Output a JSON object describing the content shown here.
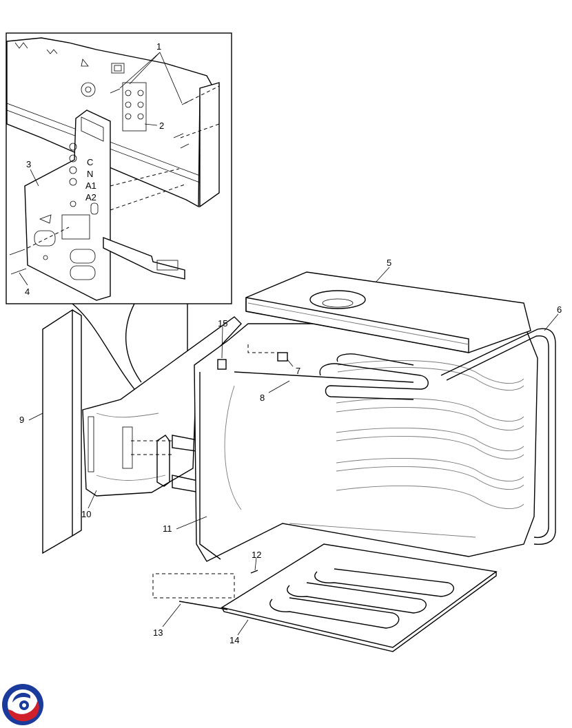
{
  "callouts": [
    "1",
    "2",
    "3",
    "4",
    "5",
    "6",
    "7",
    "8",
    "9",
    "10",
    "11",
    "12",
    "13",
    "14",
    "15"
  ],
  "inset_markings": [
    "C",
    "N",
    "A1",
    "A2"
  ],
  "logo": {
    "icon": "circular-swirl-logo",
    "colors": [
      "#1a3a9c",
      "#d0202a"
    ]
  }
}
